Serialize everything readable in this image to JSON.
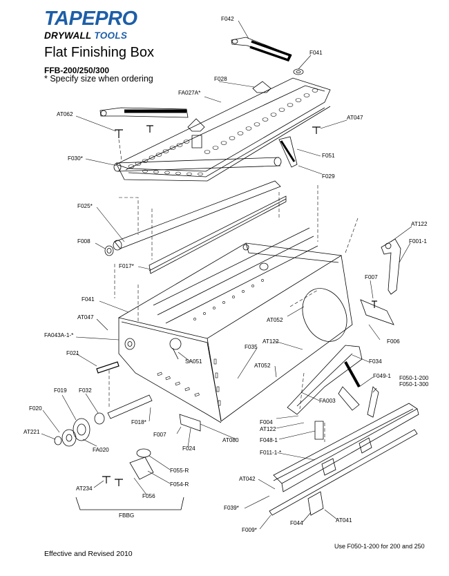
{
  "brand": {
    "name": "TAPEPRO",
    "sub_1": "DRYWALL",
    "sub_2": "TOOLS",
    "color": "#1d5ea8"
  },
  "title": "Flat Finishing Box",
  "model": "FFB-200/250/300",
  "note": "* Specify size when ordering",
  "footer_left": "Effective and Revised 2010",
  "footer_right": "Use F050-1-200 for 200 and 250",
  "parts": [
    {
      "id": "f042",
      "text": "F042"
    },
    {
      "id": "f041a",
      "text": "F041"
    },
    {
      "id": "f028",
      "text": "F028"
    },
    {
      "id": "fa027a",
      "text": "FA027A*"
    },
    {
      "id": "at062",
      "text": "AT062"
    },
    {
      "id": "at047a",
      "text": "AT047"
    },
    {
      "id": "f030",
      "text": "F030*"
    },
    {
      "id": "f051",
      "text": "F051"
    },
    {
      "id": "f029",
      "text": "F029"
    },
    {
      "id": "f025",
      "text": "F025*"
    },
    {
      "id": "at122a",
      "text": "AT122"
    },
    {
      "id": "f001",
      "text": "F001-1"
    },
    {
      "id": "f008",
      "text": "F008"
    },
    {
      "id": "f017",
      "text": "F017*"
    },
    {
      "id": "f007a",
      "text": "F007"
    },
    {
      "id": "f041b",
      "text": "F041"
    },
    {
      "id": "at052a",
      "text": "AT052"
    },
    {
      "id": "at047b",
      "text": "AT047"
    },
    {
      "id": "f006",
      "text": "F006"
    },
    {
      "id": "fa043a",
      "text": "FA043A-1-*"
    },
    {
      "id": "f035",
      "text": "F035"
    },
    {
      "id": "at122b",
      "text": "AT122"
    },
    {
      "id": "f021",
      "text": "F021"
    },
    {
      "id": "sa051",
      "text": "SA051"
    },
    {
      "id": "f034",
      "text": "F034"
    },
    {
      "id": "at052b",
      "text": "AT052"
    },
    {
      "id": "f0491",
      "text": "F049-1"
    },
    {
      "id": "f050200",
      "text": "F050-1-200"
    },
    {
      "id": "f050300",
      "text": "F050-1-300"
    },
    {
      "id": "f019",
      "text": "F019"
    },
    {
      "id": "f032",
      "text": "F032"
    },
    {
      "id": "fa003",
      "text": "FA003"
    },
    {
      "id": "f020",
      "text": "F020"
    },
    {
      "id": "f018",
      "text": "F018*"
    },
    {
      "id": "f004",
      "text": "F004"
    },
    {
      "id": "at122c",
      "text": "AT122"
    },
    {
      "id": "at221",
      "text": "AT221"
    },
    {
      "id": "f007b",
      "text": "F007"
    },
    {
      "id": "f0481",
      "text": "F048-1"
    },
    {
      "id": "at080",
      "text": "AT080"
    },
    {
      "id": "fa020",
      "text": "FA020"
    },
    {
      "id": "f024",
      "text": "F024"
    },
    {
      "id": "f0111",
      "text": "F011-1-*"
    },
    {
      "id": "f055r",
      "text": "F055-R"
    },
    {
      "id": "f054r",
      "text": "F054-R"
    },
    {
      "id": "at042",
      "text": "AT042"
    },
    {
      "id": "at234",
      "text": "AT234"
    },
    {
      "id": "f056",
      "text": "F056"
    },
    {
      "id": "f039",
      "text": "F039*"
    },
    {
      "id": "fbbg",
      "text": "FBBG"
    },
    {
      "id": "at041",
      "text": "AT041"
    },
    {
      "id": "f044",
      "text": "F044"
    },
    {
      "id": "f009",
      "text": "F009*"
    }
  ]
}
